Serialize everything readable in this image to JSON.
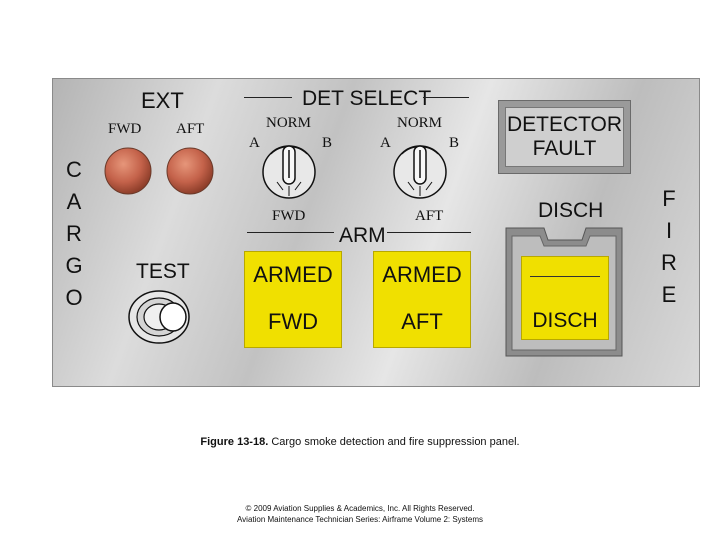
{
  "panel": {
    "ext_label": "EXT",
    "ext_fwd": "FWD",
    "ext_aft": "AFT",
    "det_select": "DET SELECT",
    "left_knob": {
      "a": "A",
      "norm": "NORM",
      "b": "B",
      "below": "FWD"
    },
    "right_knob": {
      "a": "A",
      "norm": "NORM",
      "b": "B",
      "below": "AFT"
    },
    "arm_label": "ARM",
    "armed_fwd": {
      "top": "ARMED",
      "bottom": "FWD"
    },
    "armed_aft": {
      "top": "ARMED",
      "bottom": "AFT"
    },
    "test_label": "TEST",
    "cargo_letters": [
      "C",
      "A",
      "R",
      "G",
      "O"
    ],
    "fire_letters": [
      "F",
      "I",
      "R",
      "E"
    ],
    "detector_fault": {
      "line1": "DETECTOR",
      "line2": "FAULT"
    },
    "disch_label": "DISCH",
    "disch_button": "DISCH"
  },
  "caption": {
    "prefix": "Figure 13-18.",
    "text": " Cargo smoke detection and fire suppression panel."
  },
  "copyright": {
    "line1": "© 2009 Aviation Supplies & Academics, Inc. All Rights Reserved.",
    "line2": "Aviation Maintenance Technician Series: Airframe Volume 2: Systems"
  },
  "colors": {
    "lamp": "#f0e000",
    "ext_light": "#c8684a",
    "panel": "#cccccc"
  }
}
